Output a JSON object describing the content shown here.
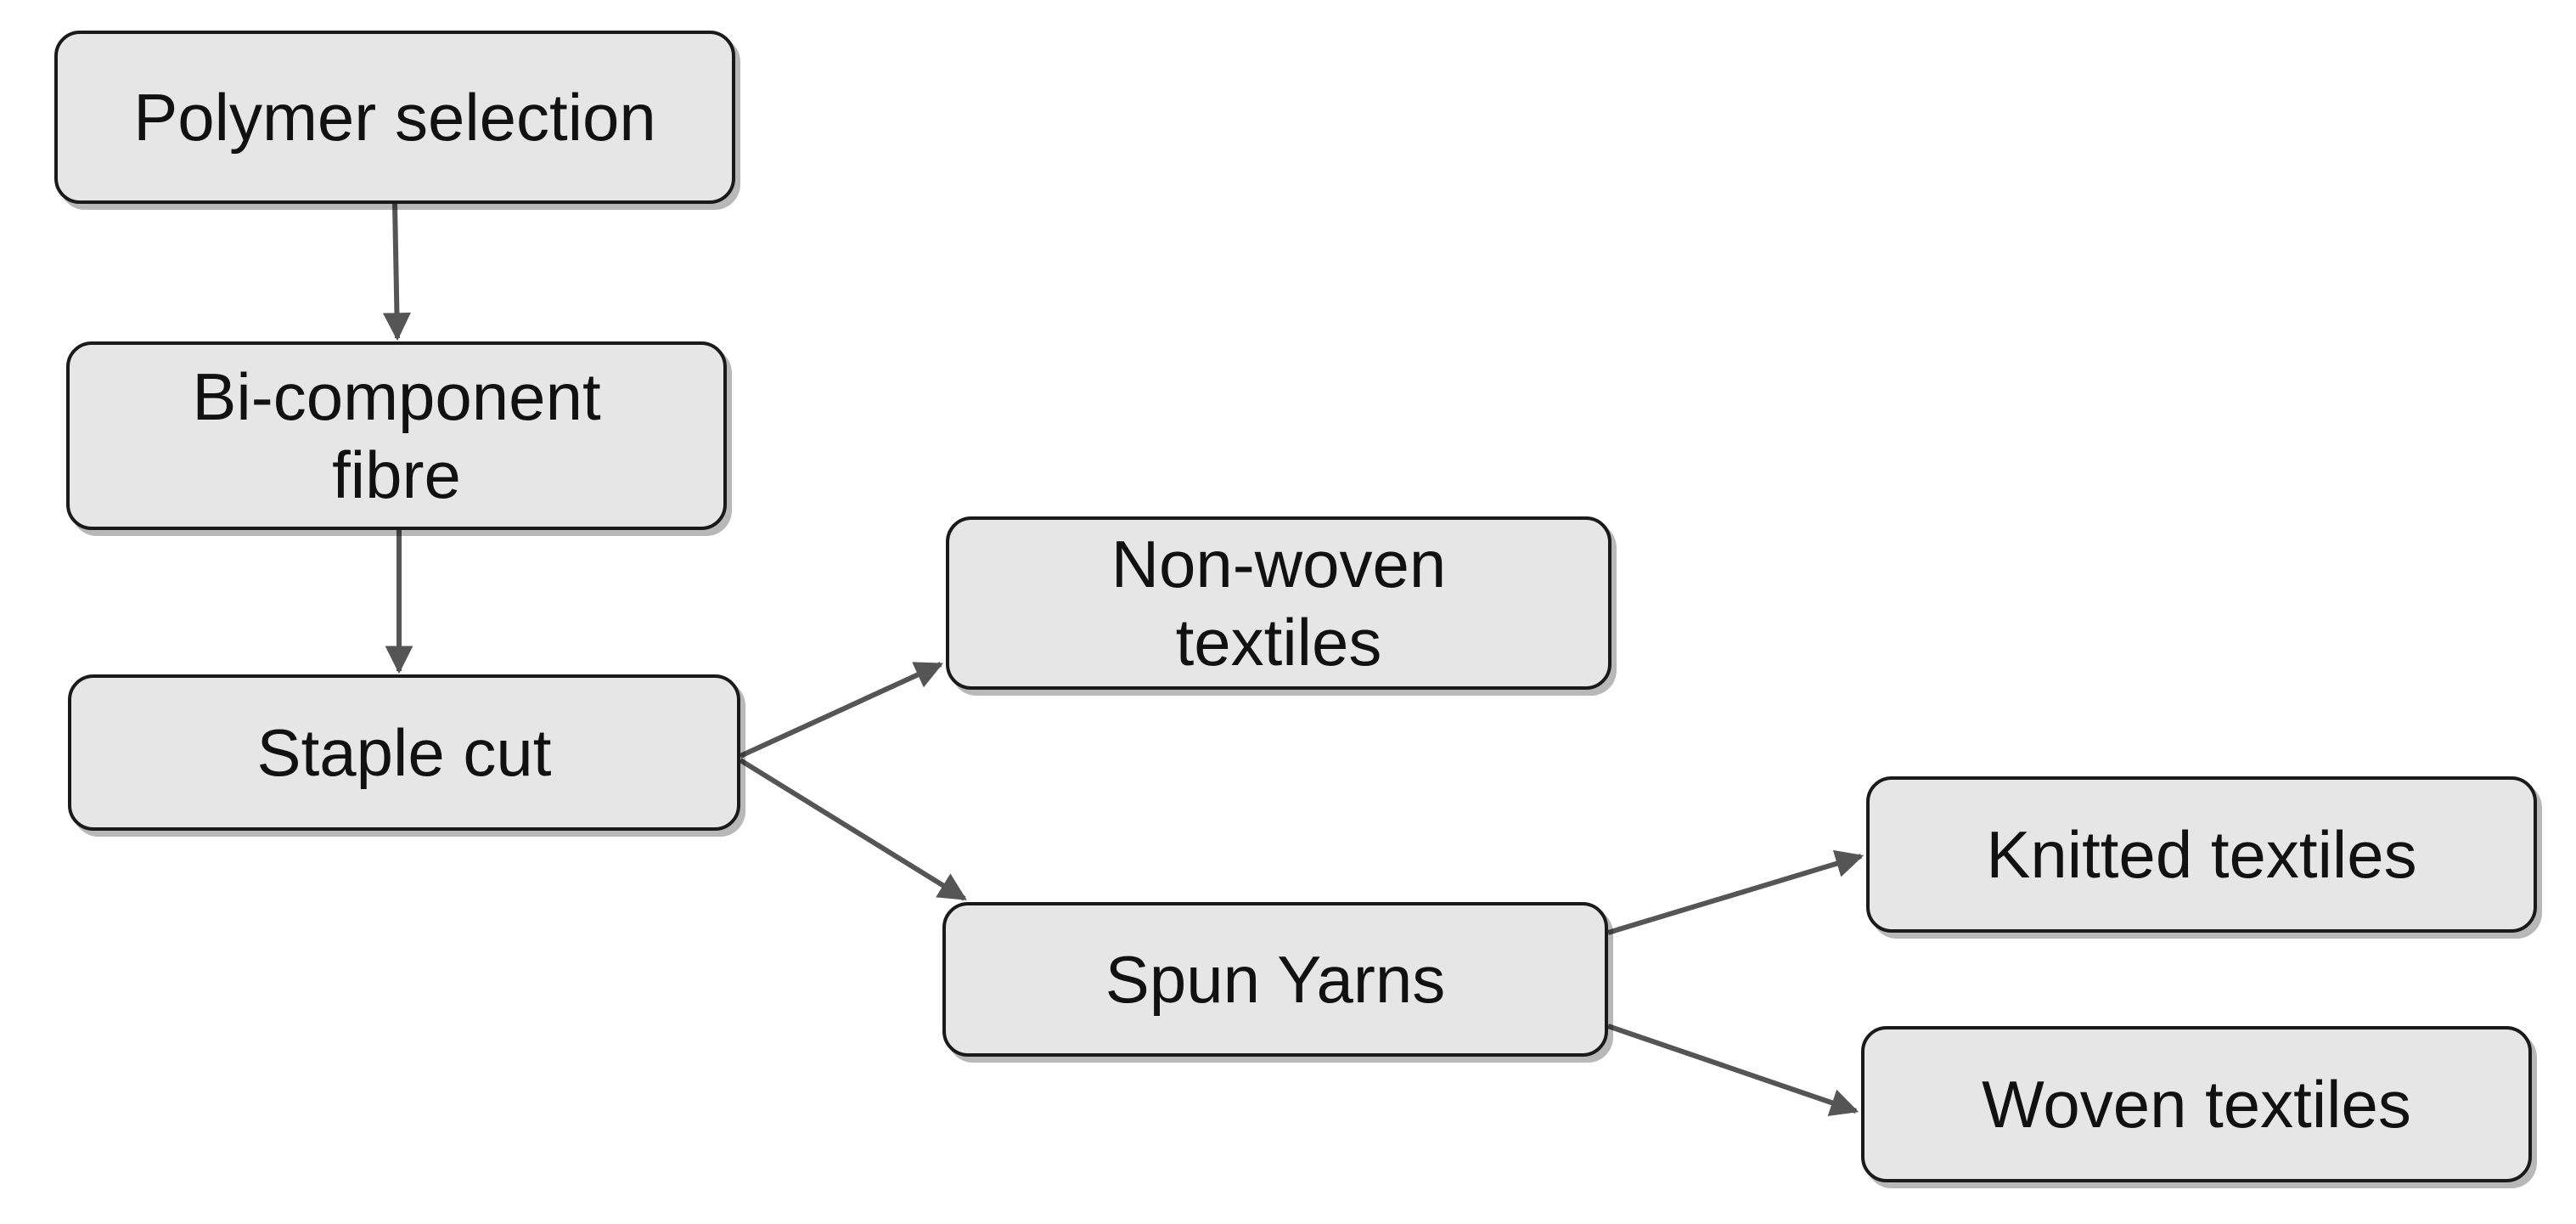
{
  "diagram": {
    "nodes": {
      "polymer": {
        "label": "Polymer selection"
      },
      "bicomp": {
        "label": "Bi-component\nfibre"
      },
      "staple": {
        "label": "Staple cut"
      },
      "nonwoven": {
        "label": "Non-woven\ntextiles"
      },
      "spun": {
        "label": "Spun Yarns"
      },
      "knitted": {
        "label": "Knitted textiles"
      },
      "woven": {
        "label": "Woven textiles"
      }
    },
    "edges": [
      {
        "from": "Polymer selection",
        "to": "Bi-component fibre"
      },
      {
        "from": "Bi-component fibre",
        "to": "Staple cut"
      },
      {
        "from": "Staple cut",
        "to": "Non-woven textiles"
      },
      {
        "from": "Staple cut",
        "to": "Spun Yarns"
      },
      {
        "from": "Spun Yarns",
        "to": "Knitted textiles"
      },
      {
        "from": "Spun Yarns",
        "to": "Woven textiles"
      }
    ],
    "colors": {
      "node_fill": "#e6e6e6",
      "node_border": "#1a1a1a",
      "arrow": "#555555"
    }
  }
}
